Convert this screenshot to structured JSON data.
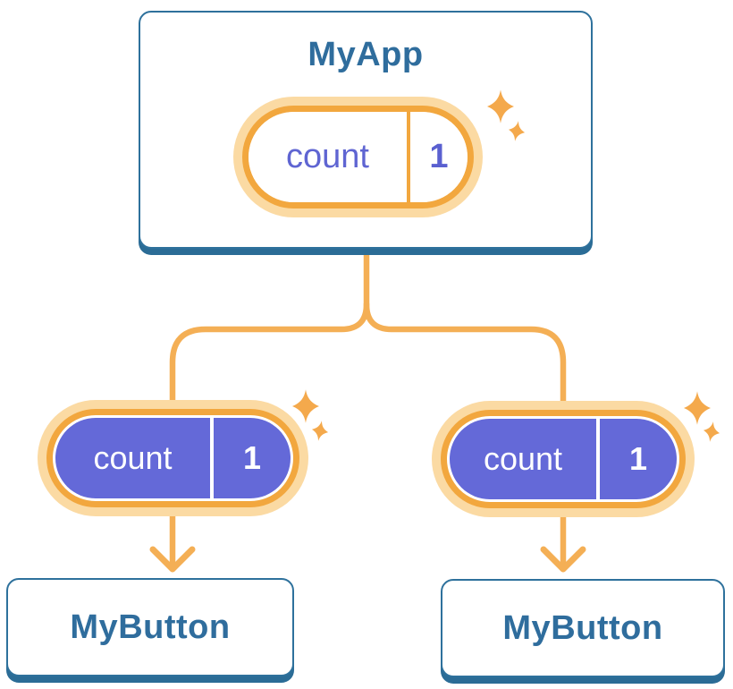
{
  "diagram": {
    "description": "React state tree: parent component passing state down to two children",
    "root": {
      "title": "MyApp",
      "state": {
        "label": "count",
        "value": "1"
      }
    },
    "children": [
      {
        "title": "MyButton",
        "prop": {
          "label": "count",
          "value": "1"
        }
      },
      {
        "title": "MyButton",
        "prop": {
          "label": "count",
          "value": "1"
        }
      }
    ],
    "icons": {
      "sparkle": "four-pointed-star"
    },
    "colors": {
      "background": "#ffffff",
      "card_border_blue": "#2E719C",
      "card_shadow_blue": "#2B6C96",
      "title_text_blue": "#2F6D9D",
      "pill_ring_orange": "#F2A73E",
      "pill_halo_light_orange": "#FBDAA3",
      "connector_orange": "#F4AF55",
      "sparkle_orange": "#F4A94C",
      "pill_fill_purple": "#6469D8",
      "pill_text_purple": "#5F65D2"
    }
  }
}
